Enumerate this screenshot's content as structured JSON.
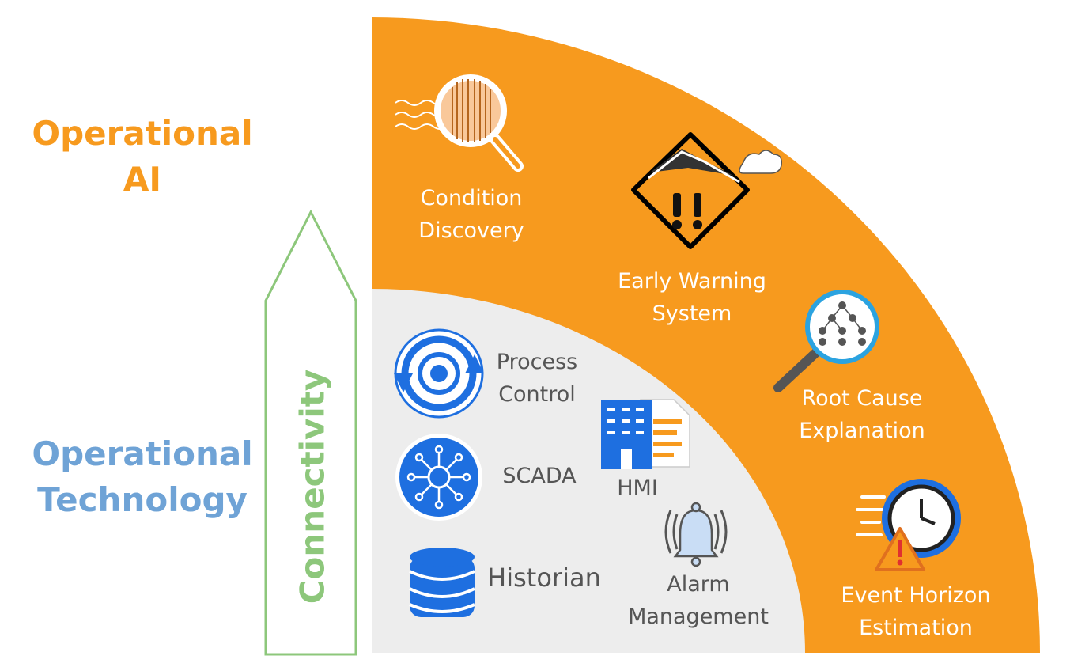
{
  "operational_ai": {
    "line1": "Operational",
    "line2": "AI"
  },
  "operational_technology": {
    "line1": "Operational",
    "line2": "Technology"
  },
  "connectivity": "Connectivity",
  "ai_items": [
    {
      "line1": "Condition",
      "line2": "Discovery",
      "icon": "magnifier-signal-icon"
    },
    {
      "line1": "Early Warning",
      "line2": "System",
      "icon": "avalanche-warning-icon"
    },
    {
      "line1": "Root Cause",
      "line2": "Explanation",
      "icon": "magnifier-network-icon"
    },
    {
      "line1": "Event Horizon",
      "line2": "Estimation",
      "icon": "clock-alert-icon"
    }
  ],
  "ot_items": [
    {
      "line1": "Process",
      "line2": "Control",
      "icon": "process-gear-icon"
    },
    {
      "line1": "SCADA",
      "icon": "scada-hub-icon"
    },
    {
      "line1": "HMI",
      "icon": "building-document-icon"
    },
    {
      "line1": "Historian",
      "icon": "database-icon"
    },
    {
      "line1": "Alarm",
      "line2": "Management",
      "icon": "alarm-bell-icon"
    }
  ],
  "colors": {
    "ai": "#F79A1E",
    "ot_text": "#6FA3D6",
    "ot_bg": "#EDEDED",
    "connectivity": "#8DC77B",
    "icon_blue": "#1E6FE0"
  }
}
